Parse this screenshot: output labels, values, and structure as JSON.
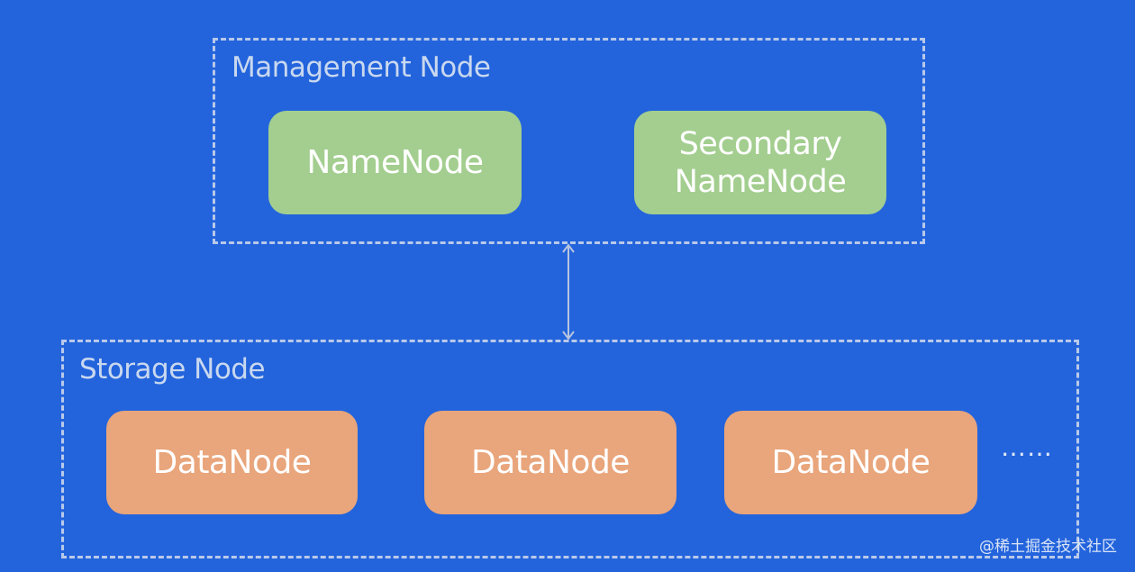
{
  "diagram": {
    "management_group": {
      "label": "Management Node",
      "nodes": [
        "NameNode",
        "Secondary\nNameNode"
      ]
    },
    "storage_group": {
      "label": "Storage Node",
      "nodes": [
        "DataNode",
        "DataNode",
        "DataNode"
      ],
      "more": "……"
    },
    "watermark": "@稀土掘金技术社区"
  },
  "colors": {
    "background": "#2364dc",
    "group_border": "#b9c9ea",
    "namenode_fill": "#a3ce8f",
    "datanode_fill": "#e9a57b"
  }
}
